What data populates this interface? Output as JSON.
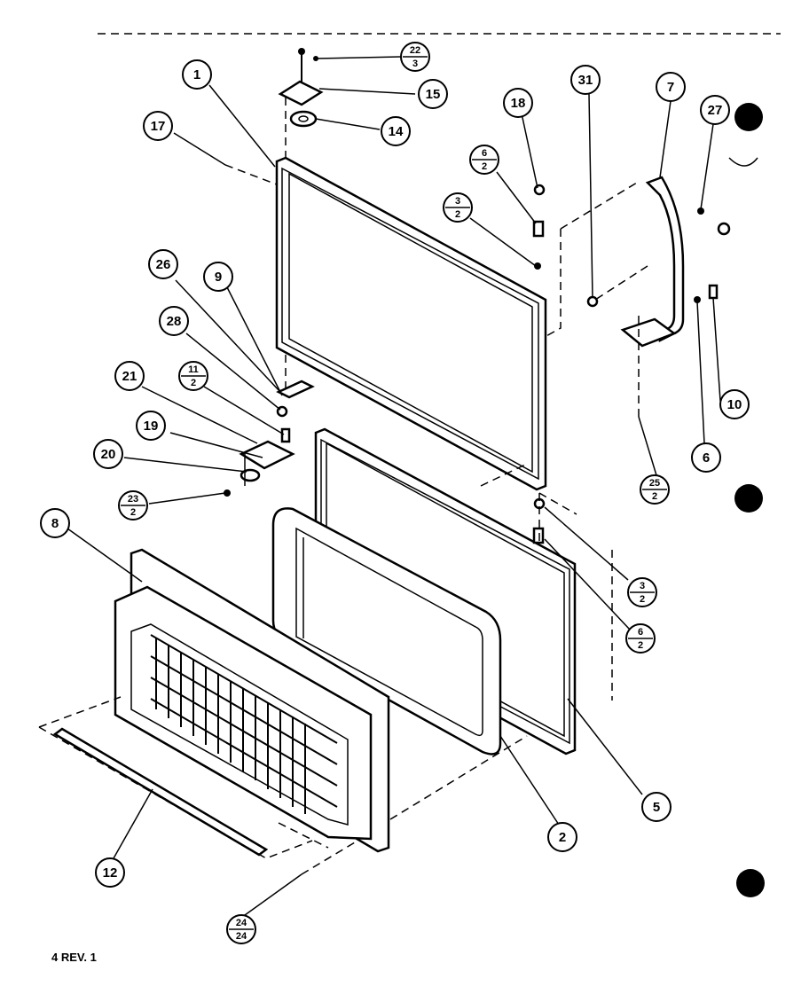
{
  "callouts": [
    {
      "id": "1",
      "label": "1"
    },
    {
      "id": "17",
      "label": "17"
    },
    {
      "id": "22-3",
      "num": "22",
      "den": "3"
    },
    {
      "id": "15",
      "label": "15"
    },
    {
      "id": "14",
      "label": "14"
    },
    {
      "id": "18",
      "label": "18"
    },
    {
      "id": "6-2a",
      "num": "6",
      "den": "2"
    },
    {
      "id": "3-2a",
      "num": "3",
      "den": "2"
    },
    {
      "id": "31",
      "label": "31"
    },
    {
      "id": "7",
      "label": "7"
    },
    {
      "id": "27",
      "label": "27"
    },
    {
      "id": "26",
      "label": "26"
    },
    {
      "id": "9",
      "label": "9"
    },
    {
      "id": "28",
      "label": "28"
    },
    {
      "id": "21",
      "label": "21"
    },
    {
      "id": "11-2",
      "num": "11",
      "den": "2"
    },
    {
      "id": "19",
      "label": "19"
    },
    {
      "id": "20",
      "label": "20"
    },
    {
      "id": "23-2",
      "num": "23",
      "den": "2"
    },
    {
      "id": "8",
      "label": "8"
    },
    {
      "id": "10",
      "label": "10"
    },
    {
      "id": "6",
      "label": "6"
    },
    {
      "id": "25-2",
      "num": "25",
      "den": "2"
    },
    {
      "id": "3-2b",
      "num": "3",
      "den": "2"
    },
    {
      "id": "6-2b",
      "num": "6",
      "den": "2"
    },
    {
      "id": "5",
      "label": "5"
    },
    {
      "id": "2",
      "label": "2"
    },
    {
      "id": "12",
      "label": "12"
    },
    {
      "id": "24-24",
      "num": "24",
      "den": "24"
    }
  ],
  "footer": {
    "revision": "4 REV. 1"
  }
}
